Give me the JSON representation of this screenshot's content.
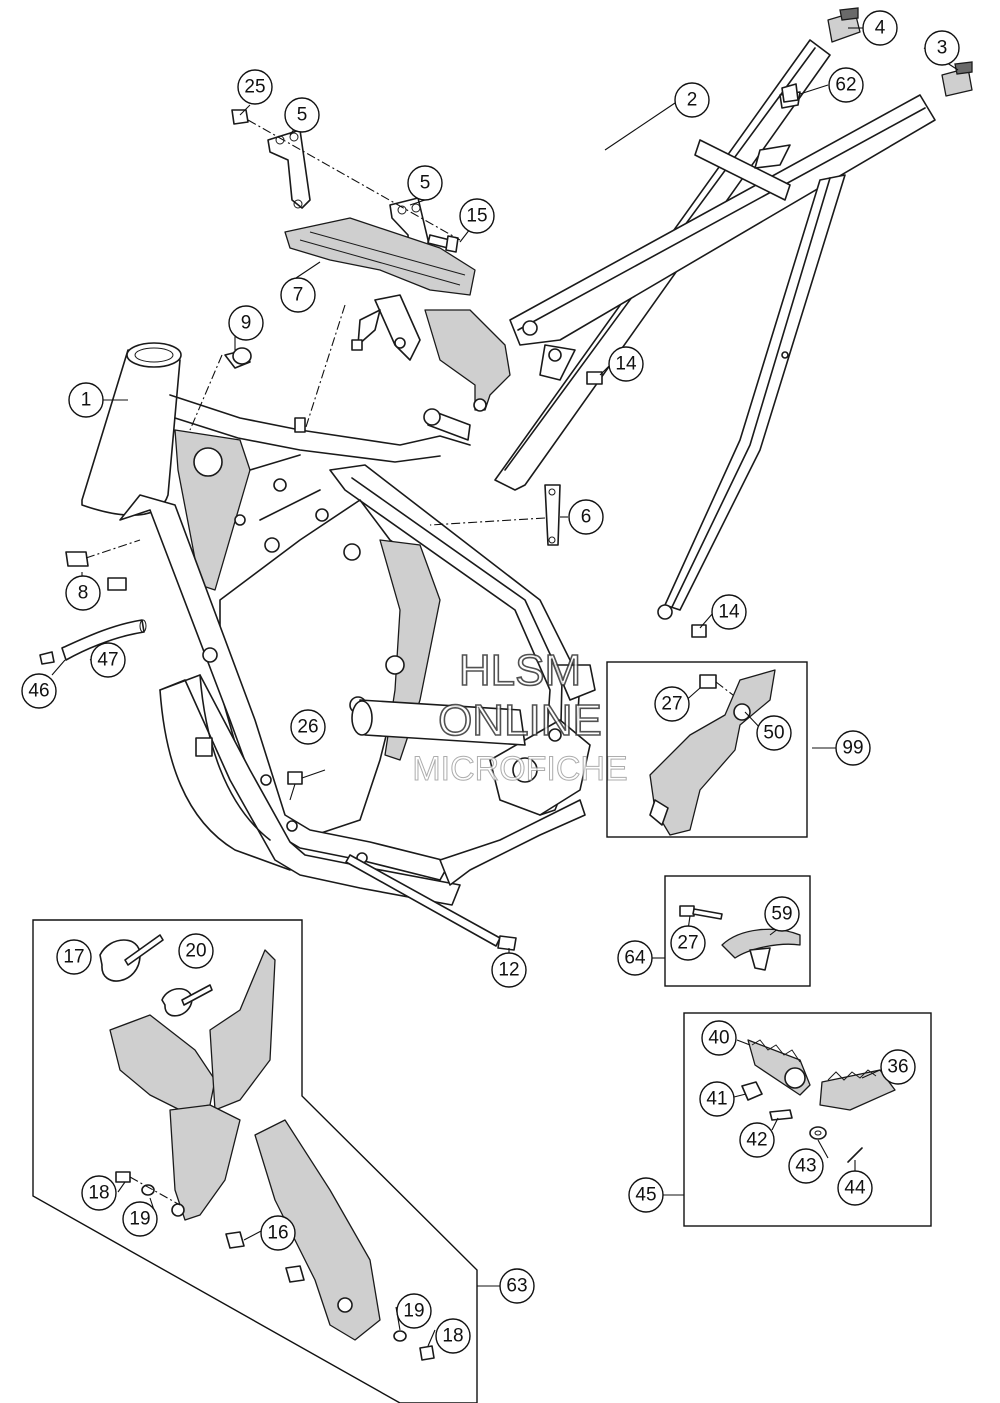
{
  "watermark": {
    "line1": "HLSM",
    "line2": "ONLINE",
    "line3": "MICROFICHE"
  },
  "callouts": {
    "c1": "1",
    "c2": "2",
    "c3": "3",
    "c4": "4",
    "c5a": "5",
    "c5b": "5",
    "c6": "6",
    "c7": "7",
    "c8": "8",
    "c9": "9",
    "c12": "12",
    "c14a": "14",
    "c14b": "14",
    "c15": "15",
    "c16": "16",
    "c17": "17",
    "c18a": "18",
    "c18b": "18",
    "c19a": "19",
    "c19b": "19",
    "c20": "20",
    "c25": "25",
    "c26": "26",
    "c27a": "27",
    "c27b": "27",
    "c36": "36",
    "c40": "40",
    "c41": "41",
    "c42": "42",
    "c43": "43",
    "c44": "44",
    "c45": "45",
    "c46": "46",
    "c47": "47",
    "c50": "50",
    "c59": "59",
    "c62": "62",
    "c63": "63",
    "c64": "64",
    "c99": "99"
  }
}
